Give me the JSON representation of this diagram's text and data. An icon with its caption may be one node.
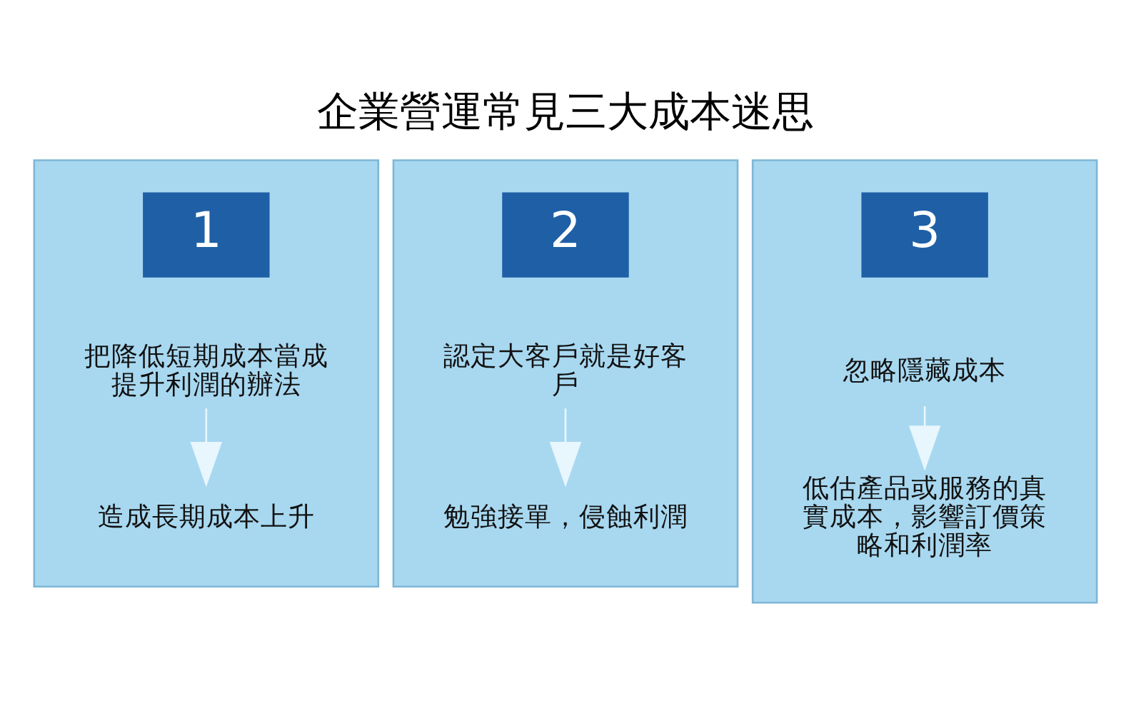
{
  "diagram": {
    "title": "企業營運常見三大成本迷思",
    "nodes": [
      {
        "text": [],
        "shape": "box"
      },
      {
        "text": [
          "1"
        ],
        "in": 0
      },
      {
        "text": [
          "把降低短期成本當成提升利潤的辦法"
        ],
        "in": 0
      },
      {
        "text": [
          "造成長期成本上升"
        ],
        "in": 0
      },
      {
        "text": [],
        "shape": "box"
      },
      {
        "text": [
          "2"
        ],
        "in": 4
      },
      {
        "text": [
          "認定大客戶就是好客戶"
        ],
        "in": 4
      },
      {
        "text": [
          "勉強接單，侵蝕利潤"
        ],
        "in": 4
      },
      {
        "text": [],
        "shape": "box"
      },
      {
        "text": [
          "3"
        ],
        "in": 8
      },
      {
        "text": [
          "忽略隱藏成本"
        ],
        "in": 8
      },
      {
        "text": [
          "低估產品或服務的真實成本，影響訂價策略和利潤率"
        ],
        "in": 8
      }
    ],
    "edges": [
      {
        "from": 2,
        "to": 3,
        "arrow": "to"
      },
      {
        "from": 6,
        "to": 7,
        "arrow": "to"
      },
      {
        "from": 10,
        "to": 11,
        "arrow": "to"
      }
    ]
  }
}
